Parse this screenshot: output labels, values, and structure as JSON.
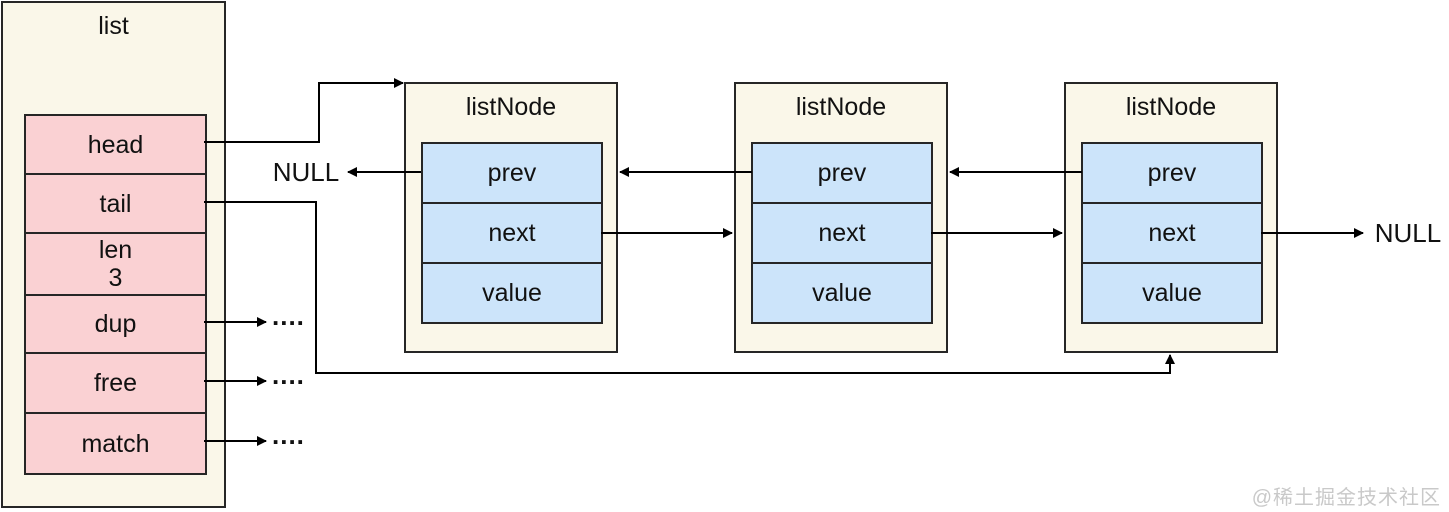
{
  "list": {
    "title": "list",
    "fields": [
      {
        "label": "head"
      },
      {
        "label": "tail"
      },
      {
        "label": "len",
        "value": "3"
      },
      {
        "label": "dup"
      },
      {
        "label": "free"
      },
      {
        "label": "match"
      }
    ]
  },
  "nodes": [
    {
      "title": "listNode",
      "fields": [
        "prev",
        "next",
        "value"
      ]
    },
    {
      "title": "listNode",
      "fields": [
        "prev",
        "next",
        "value"
      ]
    },
    {
      "title": "listNode",
      "fields": [
        "prev",
        "next",
        "value"
      ]
    }
  ],
  "labels": {
    "null_left": "NULL",
    "null_right": "NULL",
    "dots": "...."
  },
  "watermark": "@稀土掘金技术社区",
  "colors": {
    "cream": "#faf7e9",
    "pink": "#fad1d3",
    "blue": "#cce4fa",
    "border": "#262626",
    "line": "#000000",
    "watermark": "#c9c9c9"
  }
}
